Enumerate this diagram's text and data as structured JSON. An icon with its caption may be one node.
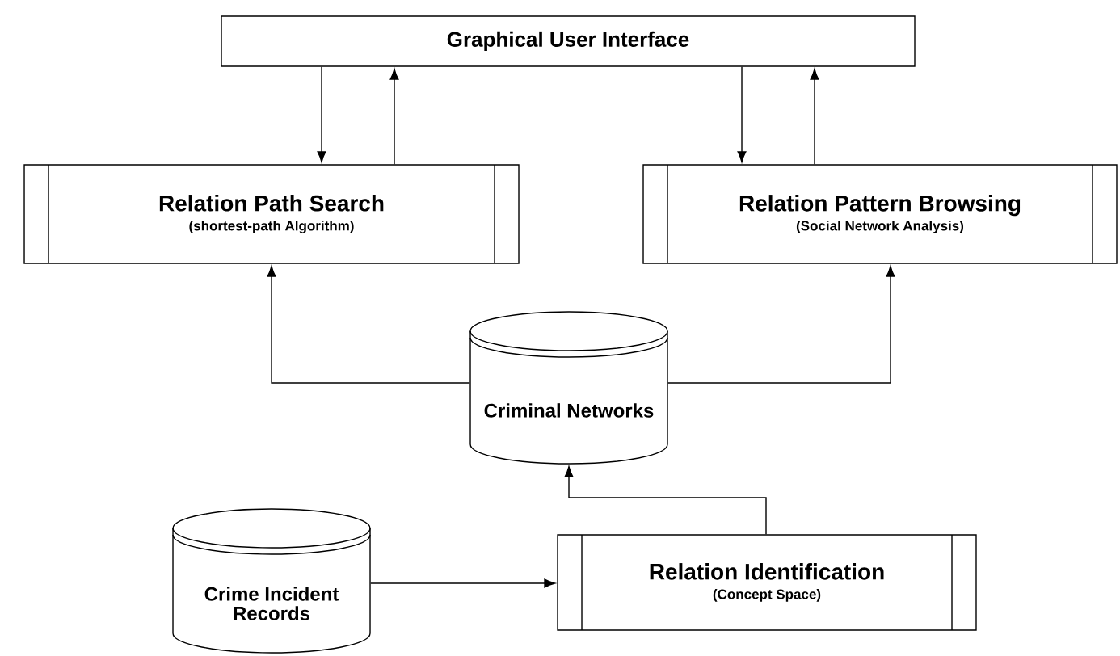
{
  "diagram": {
    "nodes": [
      {
        "text": [
          "Graphical User Interface"
        ]
      },
      {
        "text": [
          "Relation Path Search",
          "(shortest-path Algorithm)"
        ]
      },
      {
        "text": [
          "Relation Pattern Browsing",
          "(Social Network Analysis)"
        ]
      },
      {
        "text": [
          "Criminal Networks"
        ]
      },
      {
        "text": [
          "Crime Incident Records"
        ]
      },
      {
        "text": [
          "Relation Identification",
          "(Concept Space)"
        ]
      }
    ],
    "edges": [
      {
        "from": 0,
        "to": 1,
        "arrow": "to"
      },
      {
        "from": 1,
        "to": 0,
        "arrow": "to"
      },
      {
        "from": 0,
        "to": 2,
        "arrow": "to"
      },
      {
        "from": 2,
        "to": 0,
        "arrow": "to"
      },
      {
        "from": 3,
        "to": 1,
        "arrow": "to"
      },
      {
        "from": 3,
        "to": 2,
        "arrow": "to"
      },
      {
        "from": 5,
        "to": 3,
        "arrow": "to"
      },
      {
        "from": 4,
        "to": 5,
        "arrow": "to"
      }
    ]
  }
}
